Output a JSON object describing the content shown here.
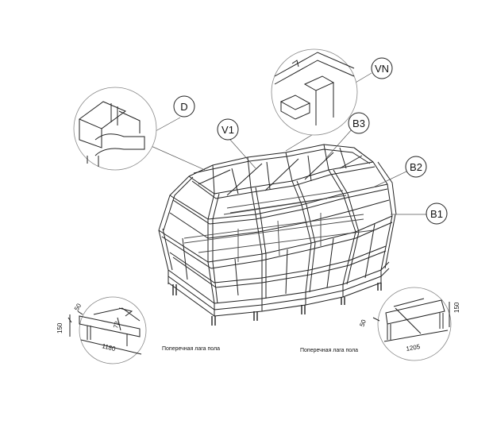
{
  "callouts": {
    "d": "D",
    "v1": "V1",
    "vn": "VN",
    "b3": "B3",
    "b2": "B2",
    "b1": "B1"
  },
  "details": {
    "left": {
      "dim_height": "150",
      "dim_top": "50",
      "dim_length": "1180",
      "dim_diag": "72",
      "caption": "Поперечная лага пола"
    },
    "right": {
      "dim_height": "150",
      "dim_top": "50",
      "dim_length": "1205",
      "caption": "Поперечная лага пола"
    }
  }
}
